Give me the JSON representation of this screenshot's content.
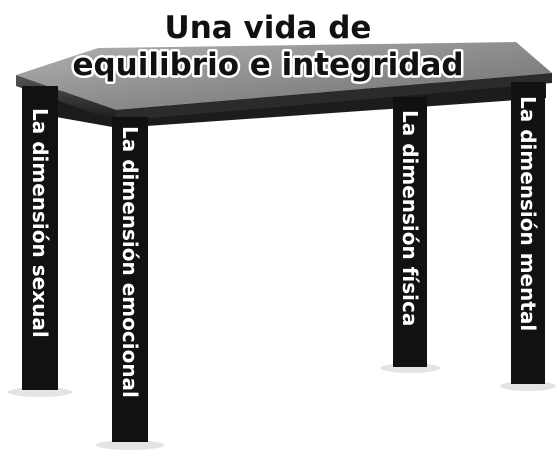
{
  "title": {
    "line1": "Una vida de",
    "line2": "equilibrio e integridad"
  },
  "legs": [
    {
      "label": "La dimensión sexual"
    },
    {
      "label": "La dimensión emocional"
    },
    {
      "label": "La dimensión física"
    },
    {
      "label": "La dimensión mental"
    }
  ],
  "colors": {
    "tabletop": "#8a8a8a",
    "leg": "#111111",
    "label_text": "#ffffff",
    "title_text": "#111111"
  }
}
